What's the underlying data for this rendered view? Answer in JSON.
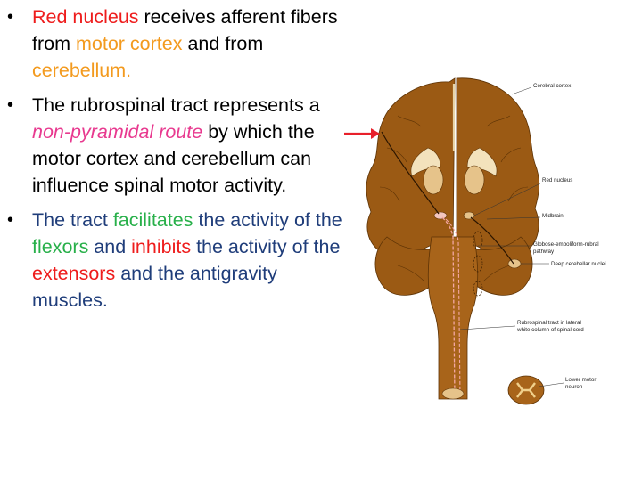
{
  "bullets": [
    {
      "parts": [
        {
          "text": "Red nucleus",
          "color": "#ee1c1c"
        },
        {
          "text": " receives afferent fibers from ",
          "color": "#000000"
        },
        {
          "text": "motor cortex",
          "color": "#f39a1e"
        },
        {
          "text": " and from ",
          "color": "#000000"
        },
        {
          "text": "cerebellum.",
          "color": "#f39a1e"
        }
      ]
    },
    {
      "parts": [
        {
          "text": "The rubrospinal tract represents a ",
          "color": "#000000"
        },
        {
          "text": "non-pyramidal route",
          "color": "#e8398f"
        },
        {
          "text": " by which the motor cortex and cerebellum can influence spinal motor activity.",
          "color": "#000000"
        }
      ]
    },
    {
      "parts": [
        {
          "text": "The tract ",
          "color": "#1f3d7a"
        },
        {
          "text": "facilitates",
          "color": "#28b04a"
        },
        {
          "text": " the activity of the ",
          "color": "#1f3d7a"
        },
        {
          "text": "flexors",
          "color": "#28b04a"
        },
        {
          "text": " and ",
          "color": "#1f3d7a"
        },
        {
          "text": "inhibits",
          "color": "#ee1c1c"
        },
        {
          "text": " the activity of the ",
          "color": "#1f3d7a"
        },
        {
          "text": "extensors",
          "color": "#ee1c1c"
        },
        {
          "text": " and the antigravity muscles.",
          "color": "#1f3d7a"
        }
      ]
    }
  ],
  "diagram": {
    "labels": {
      "cerebral_cortex": "Cerebral cortex",
      "red_nucleus": "Red nucleus",
      "midbrain": "Midbrain",
      "pathway_line1": "Globose-emboliform-rubral",
      "pathway_line2": "pathway",
      "deep_nuclei": "Deep cerebellar nuclei",
      "tract_line1": "Rubrospinal tract in lateral",
      "tract_line2": "white column of spinal cord",
      "lmn_line1": "Lower motor",
      "lmn_line2": "neuron"
    },
    "colors": {
      "brain": "#9b5a14",
      "brain_dark": "#6a3a08",
      "arrow": "#e8202a",
      "tract": "#f4a7a2"
    }
  }
}
